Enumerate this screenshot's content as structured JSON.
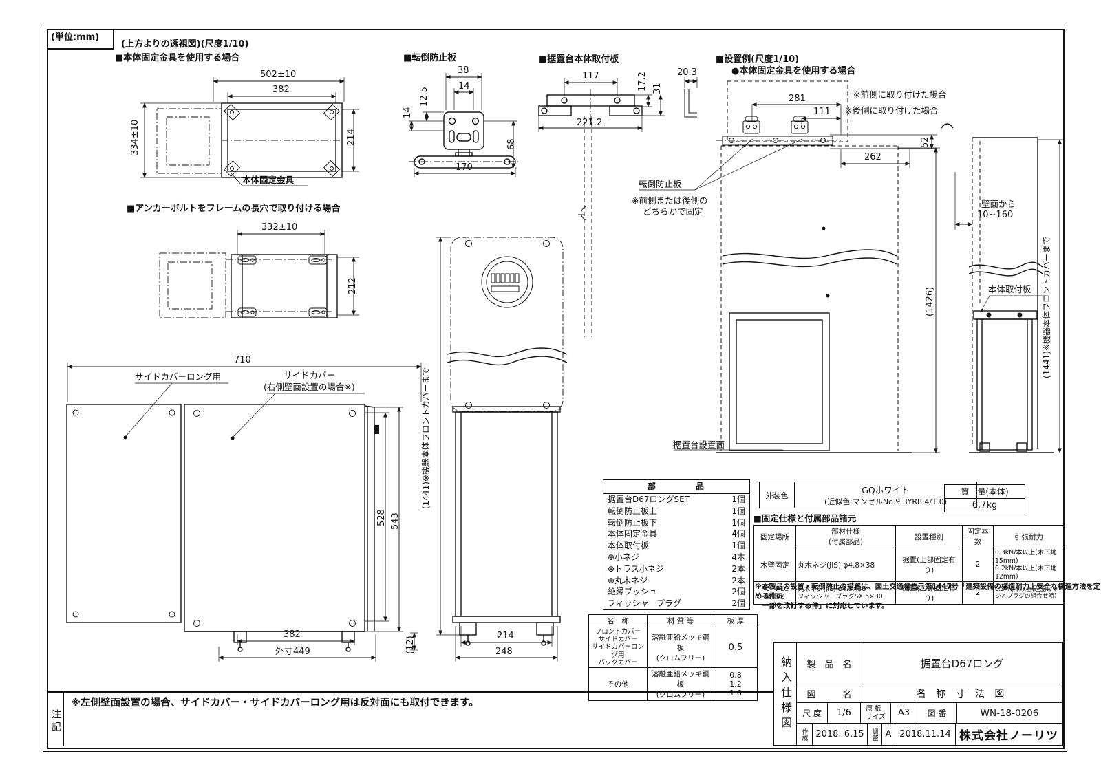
{
  "sheet": {
    "unit_note": "(単位:mm)",
    "company": "株式会社ノーリツ"
  },
  "sections": {
    "top_view": {
      "title": "(上方よりの透視図)(尺度1/10)",
      "case1": "■本体固定金具を使用する場合",
      "case2": "■アンカーボルトをフレームの長穴で取り付ける場合",
      "bracket_label": "本体固定金具",
      "dims": {
        "outer_w": "502±10",
        "inner_w": "382",
        "outer_h": "334±10",
        "inner_h": "214",
        "anchor_w": "332±10",
        "anchor_h": "212"
      }
    },
    "tip_plate": {
      "title": "■転倒防止板",
      "dims": {
        "w38": "38",
        "w14": "14",
        "h12_5": "12.5",
        "h14": "14",
        "h68": "68",
        "w170": "170"
      }
    },
    "mount_plate": {
      "title": "■据置台本体取付板",
      "dims": {
        "w117": "117",
        "h17_2": "17.2",
        "h31": "31",
        "w20_3": "20.3",
        "w221_2": "221.2"
      }
    },
    "install": {
      "title": "■設置例(尺度1/10)",
      "case": "●本体固定金具を使用する場合",
      "front_note": "※前側に取り付けた場合",
      "rear_note": "※後側に取り付けた場合",
      "tip_label": "転倒防止板",
      "fix_note1": "※前側または後側の",
      "fix_note2": "どちらかで固定",
      "wall_label": "壁面から",
      "wall_range": "10~160",
      "mount_label": "本体取付板",
      "floor_label": "据置台設置面",
      "front_cover_note": "(1441)※機器本体フロントカバーまで",
      "dims": {
        "d281": "281",
        "d111": "111",
        "d52": "52",
        "d262": "262",
        "d1426": "(1426)"
      }
    },
    "covers": {
      "long_label": "サイドカバーロング用",
      "side_label": "サイドカバー",
      "side_note": "(右側壁面設置の場合※)",
      "dims": {
        "d710": "710",
        "d528": "528",
        "d543": "543",
        "d382": "382",
        "outer": "外寸449",
        "d12": "(12)"
      }
    },
    "elevation": {
      "front_cover_note": "(1441)※機器本体フロントカバーまで",
      "dims": {
        "d214": "214",
        "d248": "248"
      }
    }
  },
  "parts_table": {
    "header": "部　　　　品",
    "rows": [
      {
        "name": "据置台D67ロングSET",
        "qty": "1個"
      },
      {
        "name": "転倒防止板上",
        "qty": "1個"
      },
      {
        "name": "転倒防止板下",
        "qty": "1個"
      },
      {
        "name": "本体固定金具",
        "qty": "4個"
      },
      {
        "name": "本体取付板",
        "qty": "1個"
      },
      {
        "name": "⊕小ネジ",
        "qty": "4本"
      },
      {
        "name": "⊕トラス小ネジ",
        "qty": "2本"
      },
      {
        "name": "⊕丸木ネジ",
        "qty": "2本"
      },
      {
        "name": "絶縁ブッシュ",
        "qty": "2個"
      },
      {
        "name": "フィッシャープラグ",
        "qty": "2個"
      }
    ]
  },
  "material_table": {
    "headers": [
      "名　称",
      "材 質 等",
      "板 厚"
    ],
    "rows": [
      {
        "name": "フロントカバー\nサイドカバー\nサイドカバーロング用\nバックカバー",
        "material": "溶融亜鉛メッキ鋼板\n(クロムフリー)",
        "thickness": "0.5"
      },
      {
        "name": "その他",
        "material": "溶融亜鉛メッキ鋼板\n(クロムフリー)",
        "thickness": "0.8\n1.2\n1.6"
      }
    ]
  },
  "color_spec": {
    "label": "外装色",
    "value1": "GQホワイト",
    "value2": "(近似色:マンセルNo.9.3YR8.4/1.0)"
  },
  "weight_spec": {
    "label": "質　量(本体)",
    "value": "6.7kg"
  },
  "fixing_spec": {
    "title": "■固定仕様と付属部品諸元",
    "headers": [
      "固定場所",
      "部材仕様\n(付属部品)",
      "設置種別",
      "固定本数",
      "引張耐力"
    ],
    "rows": [
      {
        "location": "木壁固定",
        "spec": "丸木ネジ(JIS) φ4.8×38",
        "type": "据置(上部固定有り)",
        "count": "2",
        "strength": "0.3kN/本以上(木下地15mm)\n0.2kN/本以上(木下地12mm)"
      },
      {
        "location": "RC・ALC\n壁固定",
        "spec": "丸木ネジ(JIS) φ4.8×38\nフィッシャープラグSX 6×30",
        "type": "据置(上部固定有り)",
        "count": "2",
        "strength": "0.3kN/本以上(左記のネジとプラグの組合せ時)"
      }
    ],
    "note": "※本製品の設置・転倒防止の措置は、国土交通省告示第1447号「建築設備の構造耐力上安全な構造方法を定める件の\n　一部を改訂する件」に対応しています。"
  },
  "title_block": {
    "side_label": "納入仕様図",
    "product_label": "製　品　名",
    "product_name": "据置台D67ロング",
    "drawing_label": "図　　　名",
    "drawing_name": "名 称 寸 法 図",
    "scale_label": "尺 度",
    "scale_value": "1/6",
    "paper_label": "原 紙\nサイズ",
    "paper_value": "A3",
    "number_label": "図 番",
    "number_value": "WN-18-0206",
    "created_label": "作成",
    "created_date": "2018. 6.15",
    "adjust_label": "調整",
    "revision": "A",
    "adjust_date": "2018.11.14"
  },
  "notes": {
    "label": "注記",
    "text": "※左側壁面設置の場合、サイドカバー・サイドカバーロング用は反対面にも取付できます。"
  }
}
